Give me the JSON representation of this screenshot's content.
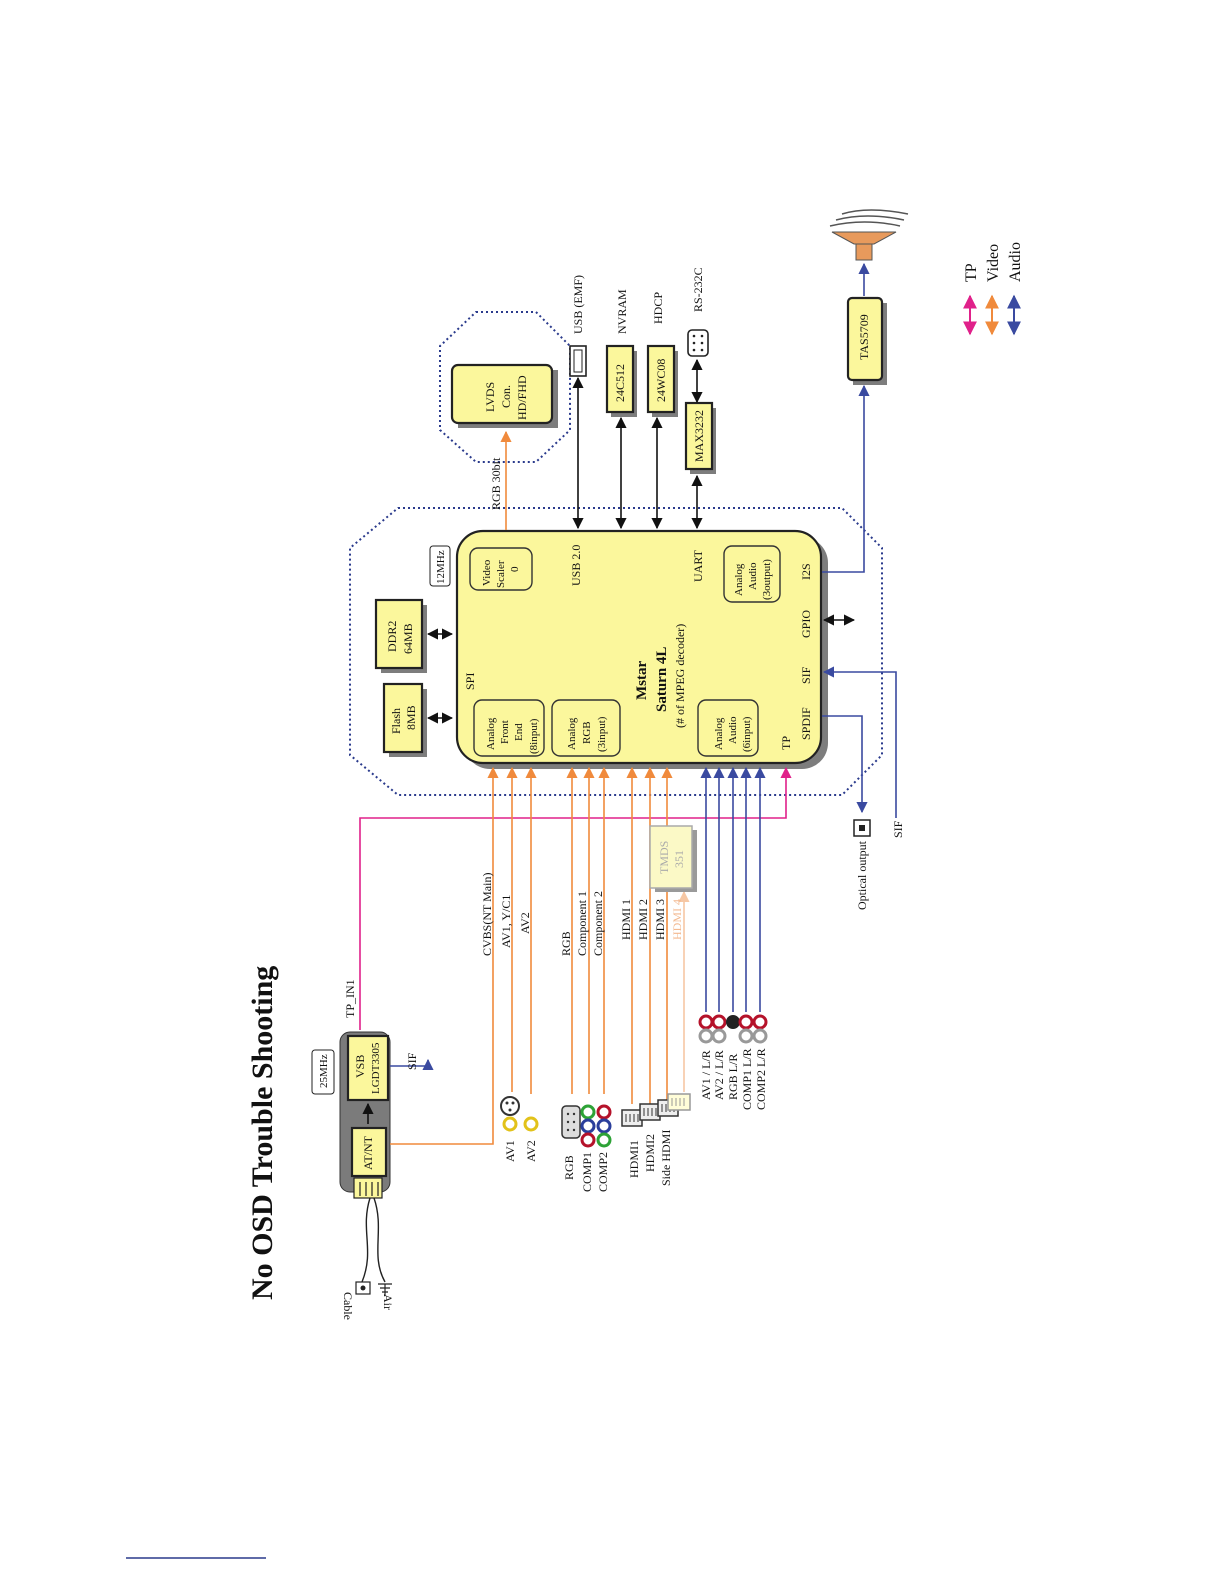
{
  "title": "No OSD Trouble Shooting",
  "main_chip": {
    "name": "Mstar",
    "model": "Saturn 4L",
    "note": "(# of MPEG decoder)"
  },
  "sub_blocks": {
    "analog_front_end": [
      "Analog",
      "Front",
      "End",
      "(8input)"
    ],
    "analog_rgb": [
      "Analog",
      "RGB",
      "(3input)"
    ],
    "analog_audio_in": [
      "Analog",
      "Audio",
      "(6input)"
    ],
    "video_scaler": [
      "Video",
      "Scaler",
      "0"
    ],
    "analog_audio_out": [
      "Analog",
      "Audio",
      "(3output)"
    ]
  },
  "ports": {
    "spi": "SPI",
    "usb": "USB 2.0",
    "uart": "UART",
    "i2s": "I2S",
    "gpio": "GPIO",
    "sif": "SIF",
    "spdif": "SPDIF",
    "tp": "TP"
  },
  "memory": {
    "flash": [
      "Flash",
      "8MB"
    ],
    "ddr": [
      "DDR2",
      "64MB"
    ],
    "crystal_main": "12MHz"
  },
  "tuner": {
    "at_nt": "AT/NT",
    "vsb": [
      "VSB",
      "LGDT3305"
    ],
    "crystal": "25MHz",
    "sif_out": "SIF",
    "tp_in": "TP_IN1"
  },
  "antenna": {
    "cable": "Cable",
    "air": "Air"
  },
  "video_inputs": [
    "CVBS(NT Main)",
    "AV1, Y/C1",
    "AV2",
    "RGB",
    "Component 1",
    "Component 2",
    "HDMI 1",
    "HDMI 2",
    "HDMI 3",
    "HDMI 4"
  ],
  "tmds": [
    "TMDS",
    "351"
  ],
  "connectors": {
    "av": [
      "AV1",
      "AV2"
    ],
    "rgb_comp": [
      "RGB",
      "COMP1",
      "COMP2"
    ],
    "hdmi": [
      "HDMI1",
      "HDMI2",
      "Side HDMI"
    ],
    "audio": [
      "AV1 / L/R",
      "AV2 / L/R",
      "RGB L/R",
      "COMP1 L/R",
      "COMP2 L/R"
    ]
  },
  "outputs": {
    "rgb_bus": "RGB 30bit",
    "lvds": [
      "LVDS",
      "Con.",
      "HD/FHD"
    ],
    "usb_emf": "USB (EMF)",
    "nvram_chip": "24C512",
    "nvram_label": "NVRAM",
    "hdcp_chip": "24WC08",
    "hdcp_label": "HDCP",
    "rs232_chip": "MAX3232",
    "rs232_label": "RS-232C",
    "amp": "TAS5709",
    "optical": "Optical output",
    "sif_in": "SIF"
  },
  "legend": [
    {
      "label": "TP",
      "color": "#e0218a"
    },
    {
      "label": "Video",
      "color": "#f08a3c"
    },
    {
      "label": "Audio",
      "color": "#3a4aa0"
    }
  ],
  "colors": {
    "block_fill": "#fbf79c",
    "video": "#f08a3c",
    "audio": "#3a4aa0",
    "tp": "#e0218a",
    "frame": "#2a3a8c"
  }
}
